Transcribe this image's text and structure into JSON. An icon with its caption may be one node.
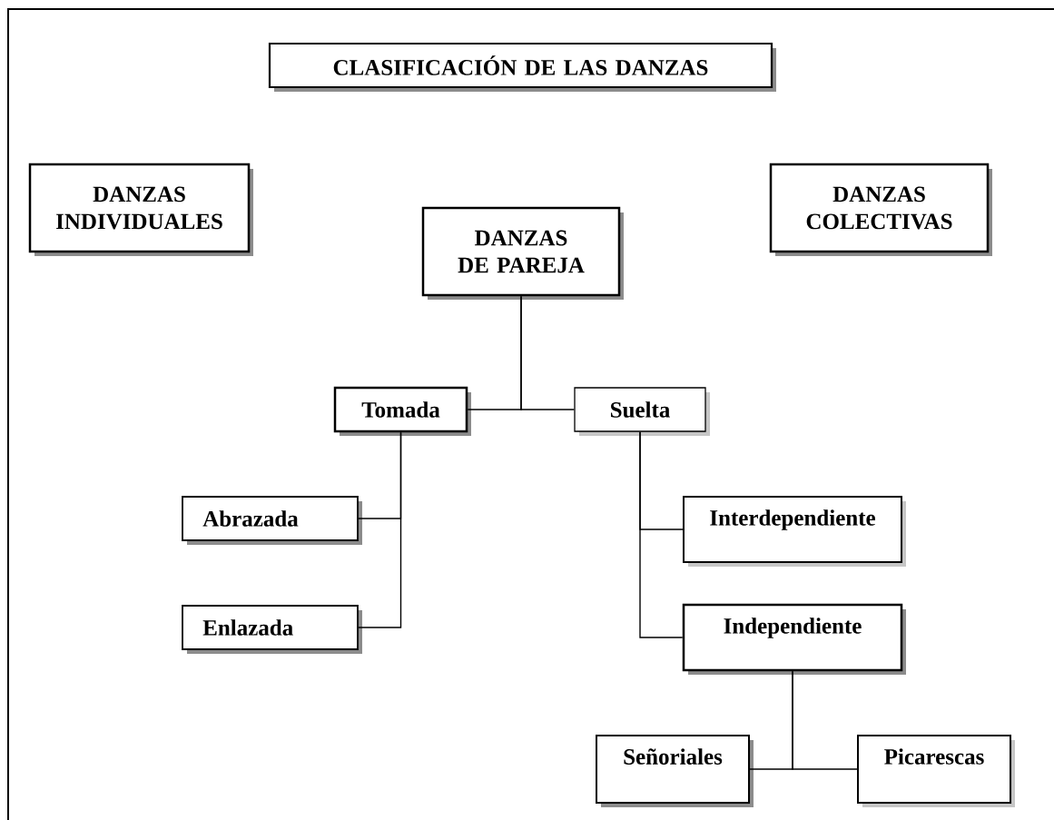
{
  "diagram": {
    "nodes": [
      {
        "text": [
          "CLASIFICACIÓN DE LAS DANZAS"
        ]
      },
      {
        "text": [
          "DANZAS INDIVIDUALES"
        ]
      },
      {
        "text": [
          "DANZAS COLECTIVAS"
        ]
      },
      {
        "text": [
          "DANZAS DE PAREJA"
        ]
      },
      {
        "text": [
          "Tomada"
        ]
      },
      {
        "text": [
          "Suelta"
        ]
      },
      {
        "text": [
          "Abrazada"
        ]
      },
      {
        "text": [
          "Interdependiente"
        ]
      },
      {
        "text": [
          "Enlazada"
        ]
      },
      {
        "text": [
          "Independiente"
        ]
      },
      {
        "text": [
          "Señoriales"
        ]
      },
      {
        "text": [
          "Picarescas"
        ]
      }
    ],
    "edges": [
      {
        "from": 3,
        "to": 4,
        "arrow": "none"
      },
      {
        "from": 3,
        "to": 5,
        "arrow": "none"
      },
      {
        "from": 4,
        "to": 6,
        "arrow": "none"
      },
      {
        "from": 4,
        "to": 8,
        "arrow": "none"
      },
      {
        "from": 5,
        "to": 7,
        "arrow": "none"
      },
      {
        "from": 5,
        "to": 9,
        "arrow": "none"
      },
      {
        "from": 9,
        "to": 10,
        "arrow": "none"
      },
      {
        "from": 9,
        "to": 11,
        "arrow": "none"
      }
    ]
  }
}
